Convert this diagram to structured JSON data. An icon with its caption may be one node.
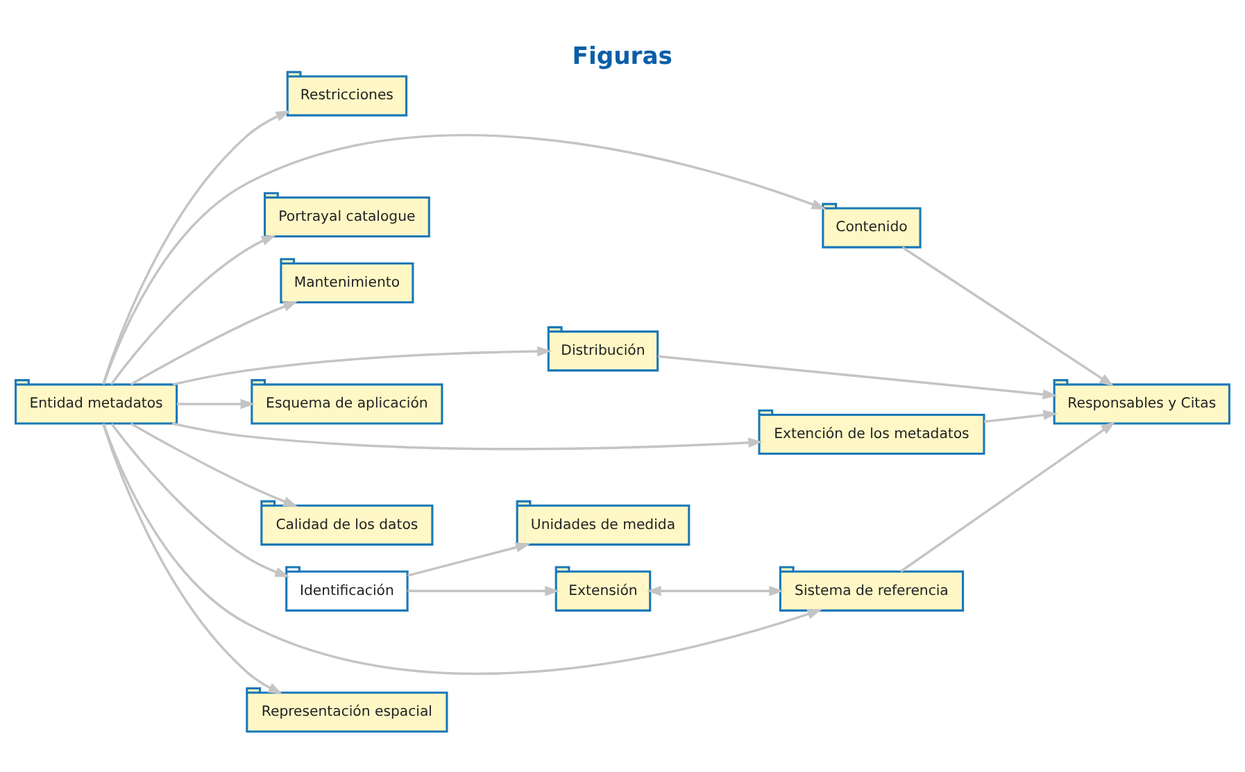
{
  "diagram": {
    "title": "Figuras",
    "nodes": [
      {
        "text": [
          "Restricciones"
        ]
      },
      {
        "text": [
          "Contenido"
        ]
      },
      {
        "text": [
          "Portrayal catalogue"
        ]
      },
      {
        "text": [
          "Responsables y Citas"
        ]
      },
      {
        "text": [
          "Mantenimiento"
        ]
      },
      {
        "text": [
          "Distribución"
        ]
      },
      {
        "text": [
          "Entidad metadatos"
        ]
      },
      {
        "text": [
          "Esquema de aplicación"
        ]
      },
      {
        "text": [
          "Extención de los metadatos"
        ]
      },
      {
        "text": [
          "Calidad de los datos"
        ]
      },
      {
        "text": [
          "Identificación"
        ]
      },
      {
        "text": [
          "Sistema de referencia"
        ]
      },
      {
        "text": [
          "Representación espacial"
        ]
      },
      {
        "text": [
          "Unidades de medida"
        ]
      },
      {
        "text": [
          "Extensión"
        ]
      }
    ],
    "edges": [
      {
        "from": 6,
        "to": 2,
        "arrow": "to"
      },
      {
        "from": 6,
        "to": 4,
        "arrow": "to"
      },
      {
        "from": 6,
        "to": 7,
        "arrow": "to"
      },
      {
        "from": 6,
        "to": 9,
        "arrow": "to"
      },
      {
        "from": 6,
        "to": 12,
        "arrow": "to"
      },
      {
        "from": 6,
        "to": 0,
        "arrow": "to"
      },
      {
        "from": 6,
        "to": 1,
        "arrow": "to"
      },
      {
        "from": 6,
        "to": 5,
        "arrow": "to"
      },
      {
        "from": 6,
        "to": 8,
        "arrow": "to"
      },
      {
        "from": 6,
        "to": 10,
        "arrow": "to"
      },
      {
        "from": 6,
        "to": 11,
        "arrow": "to"
      },
      {
        "from": 10,
        "to": 13,
        "arrow": "to"
      },
      {
        "from": 10,
        "to": 14,
        "arrow": "to"
      },
      {
        "from": 14,
        "to": 11,
        "arrow": "both"
      },
      {
        "from": 1,
        "to": 3,
        "arrow": "to"
      },
      {
        "from": 5,
        "to": 3,
        "arrow": "to"
      },
      {
        "from": 8,
        "to": 3,
        "arrow": "to"
      },
      {
        "from": 11,
        "to": 3,
        "arrow": "to"
      }
    ]
  }
}
